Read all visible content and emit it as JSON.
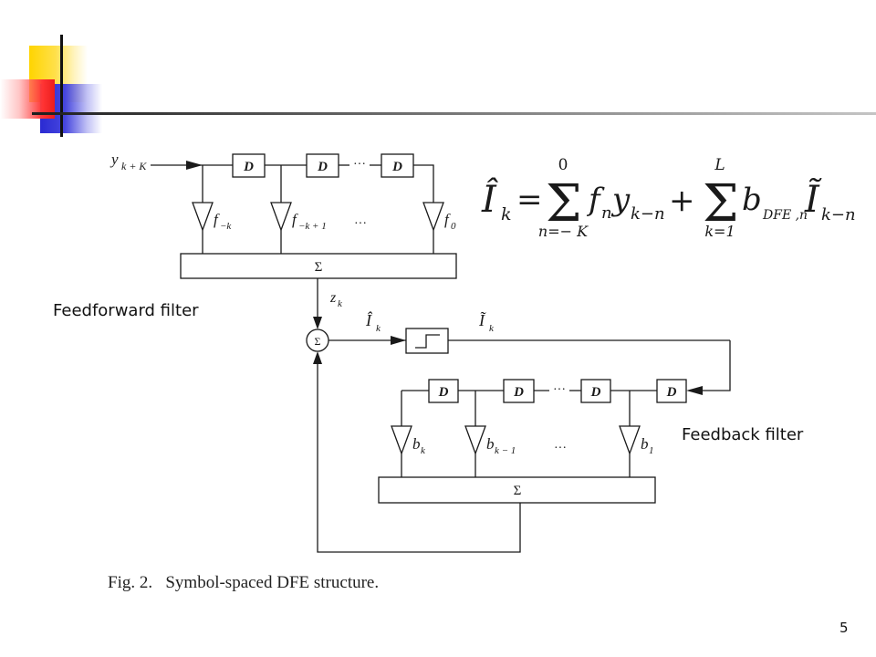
{
  "slide": {
    "page_number": "5",
    "feedforward_label": "Feedforward filter",
    "feedback_label": "Feedback filter"
  },
  "equation": {
    "lhs": {
      "symbol": "Î",
      "sub": "k"
    },
    "equals": "=",
    "sum1": {
      "symbol": "Σ",
      "upper": "0",
      "lower": "n=− K"
    },
    "term1": {
      "f": "f",
      "f_sub": "n",
      "y": "y",
      "y_sub": "k−n"
    },
    "plus": "+",
    "sum2": {
      "symbol": "Σ",
      "upper": "L",
      "lower": "k=1"
    },
    "term2": {
      "b": "b",
      "b_sub": "DFE ,n",
      "i": "Ĩ",
      "i_sub": "k−n"
    }
  },
  "figure": {
    "input": {
      "symbol": "y",
      "sub": "k + K"
    },
    "feedforward_delays": [
      "D",
      "D",
      "D"
    ],
    "feedforward_taps": [
      {
        "symbol": "f",
        "sub": "−k"
      },
      {
        "symbol": "f",
        "sub": "−k + 1"
      },
      {
        "symbol": "f",
        "sub": "0"
      }
    ],
    "feedback_delays": [
      "D",
      "D",
      "D",
      "D"
    ],
    "feedback_taps": [
      {
        "symbol": "b",
        "sub": "k"
      },
      {
        "symbol": "b",
        "sub": "k − 1"
      },
      {
        "symbol": "b",
        "sub": "1"
      }
    ],
    "ellipsis": "···",
    "sum_symbol": "Σ",
    "adder_symbol": "Σ",
    "z": {
      "symbol": "z",
      "sub": "k"
    },
    "estimate": {
      "symbol": "Î",
      "sub": "k"
    },
    "decision": {
      "symbol": "Ĩ",
      "sub": "k"
    },
    "caption": "Fig. 2.   Symbol-spaced DFE structure."
  }
}
